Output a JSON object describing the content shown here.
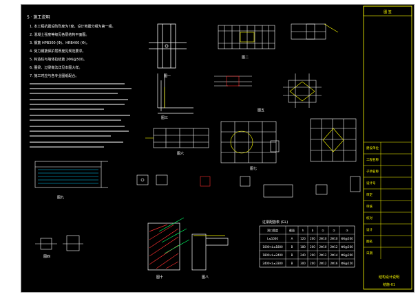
{
  "notes": {
    "heading": "5 · 施工说明",
    "lines": [
      "1. 本工程抗震设防烈度为7度，设计地震分组为第一组。",
      "2. 混凝土强度等级见各层结构平面图。",
      "3. 钢筋 HPB300 (Φ)、HRB400 (Φ)。",
      "4. 受力钢筋保护层厚度见规范要求。",
      "5. 构造柱与墙体拉结筋 2Φ6@500。",
      "6. 圈梁、过梁做法详见本图大样。",
      "7. 施工时应与各专业图纸配合。"
    ]
  },
  "figures": {
    "fig1": "图一",
    "fig2": "图二",
    "fig3": "图三",
    "fig4": "图四",
    "fig5": "图五",
    "fig6": "图六",
    "fig7": "图七",
    "fig8": "图八",
    "fig9": "图九",
    "fig10": "图十"
  },
  "rebar_table": {
    "title": "过梁配筋表 (GL)",
    "headers": [
      "洞口宽度",
      "截面",
      "h",
      "b",
      "①",
      "②",
      "③"
    ],
    "rows": [
      [
        "L≤1000",
        "A",
        "120",
        "200",
        "2Φ10",
        "2Φ10",
        "Φ6@200"
      ],
      [
        "1000<L≤1800",
        "B",
        "180",
        "200",
        "2Φ10",
        "2Φ12",
        "Φ6@200"
      ],
      [
        "1800<L≤2400",
        "B",
        "240",
        "200",
        "2Φ12",
        "2Φ14",
        "Φ6@200"
      ],
      [
        "2400<L≤3300",
        "B",
        "300",
        "200",
        "2Φ12",
        "2Φ16",
        "Φ6@150"
      ]
    ]
  },
  "title_block": {
    "header": "图 签",
    "fields": [
      "建设单位",
      "工程名称",
      "子项名称",
      "设计号",
      "审定",
      "审核",
      "校对",
      "设计",
      "图名",
      "日期"
    ],
    "drawing_name": "结构设计说明",
    "sheet_no": "结施-01"
  },
  "colors": {
    "accent": "#ffff00",
    "rebar": "#ff3030",
    "hatch": "#00ff66"
  }
}
